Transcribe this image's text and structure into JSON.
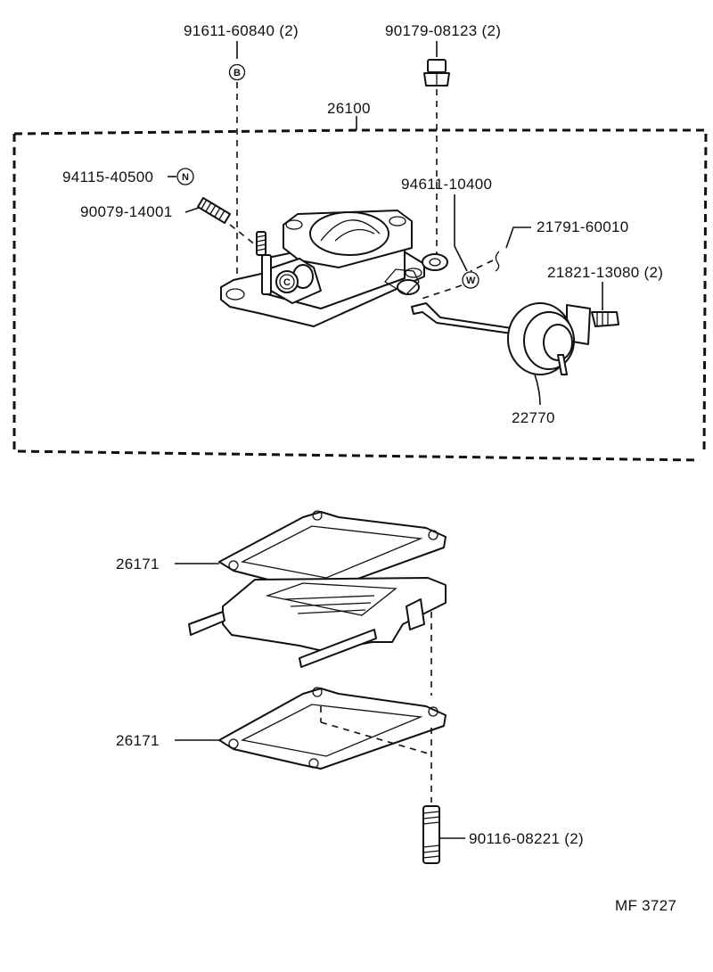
{
  "parts": {
    "p91611": "91611-60840 (2)",
    "p90179": "90179-08123 (2)",
    "p26100": "26100",
    "p94115": "94115-40500",
    "p90079": "90079-14001",
    "p94611": "94611-10400",
    "p21791": "21791-60010",
    "p21821": "21821-13080 (2)",
    "p22770": "22770",
    "p26171a": "26171",
    "p26171b": "26171",
    "p90116": "90116-08221 (2)"
  },
  "marks": {
    "b": "B",
    "n": "N",
    "w": "W",
    "c": "C"
  },
  "figure_code": "MF 3727"
}
